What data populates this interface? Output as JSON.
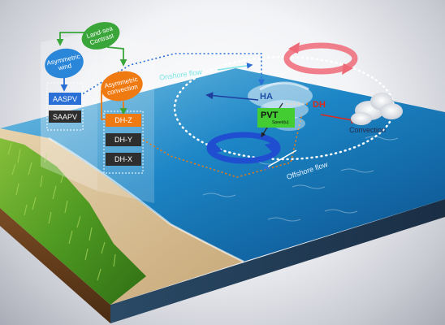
{
  "nodes": {
    "land_sea_contrast": "Land-sea\nContrast",
    "asymmetric_wind": "Asymmetric\nwind",
    "asymmetric_convection": "Asymmetric\nconvection",
    "aaspv": "AASPV",
    "saapv": "SAAPV",
    "dh_z": "DH-Z",
    "dh_y": "DH-Y",
    "dh_x": "DH-X"
  },
  "labels": {
    "onshore_flow": "Onshore flow",
    "offshore_flow": "Offshore flow",
    "ha": "HA",
    "dh": "DH",
    "pvt": "PVT",
    "pvt_sub": "Speed(u)",
    "convection": "Convection"
  },
  "colors": {
    "green_node": "#3aa63a",
    "blue_node": "#2a86d9",
    "orange_node": "#f07a12",
    "onshore_text": "#7fe6e6",
    "offshore_text": "#e6f3ff",
    "ha_text": "#1f4fa8",
    "dh_text": "#e02818",
    "pvt_box": "#44cc33"
  },
  "icons": [
    "circulation-arrow-red-icon",
    "circulation-arrow-blue-icon",
    "cloud-icon"
  ]
}
